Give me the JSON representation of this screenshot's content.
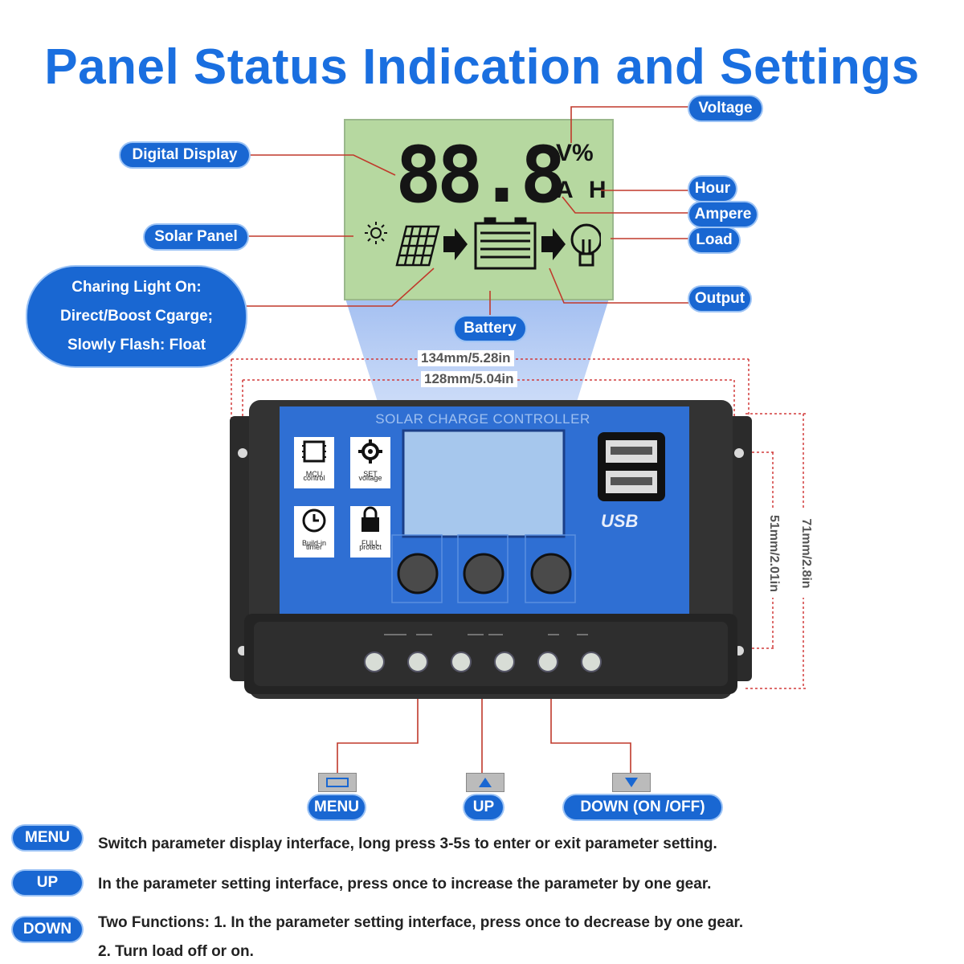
{
  "title": "Panel Status Indication and Settings",
  "lcd": {
    "digits": "88.8",
    "units_top": "V%",
    "units_bottom": "A H"
  },
  "callouts": {
    "voltage": "Voltage",
    "digital_display": "Digital Display",
    "hour": "Hour",
    "ampere": "Ampere",
    "solar_panel": "Solar Panel",
    "load": "Load",
    "output": "Output",
    "battery": "Battery",
    "charging_line1": "Charing Light On:",
    "charging_line2": "Direct/Boost Cgarge;",
    "charging_line3": "Slowly Flash: Float"
  },
  "dimensions": {
    "width_outer": "134mm/5.28in",
    "width_inner": "128mm/5.04in",
    "height_outer": "71mm/2.8in",
    "height_inner": "51mm/2.01in"
  },
  "controller": {
    "label": "SOLAR CHARGE CONTROLLER",
    "feature1_line1": "MCU",
    "feature1_line2": "control",
    "feature2_line1": "SET",
    "feature2_line2": "voltage",
    "feature3_line1": "Build-in",
    "feature3_line2": "timer",
    "feature4_line1": "FULL",
    "feature4_line2": "protect",
    "usb": "USB"
  },
  "buttons": {
    "menu": "MENU",
    "up": "UP",
    "down": "DOWN (ON /OFF)"
  },
  "instructions": [
    {
      "key": "MENU",
      "text": "Switch parameter display interface, long press 3-5s to enter or exit parameter setting."
    },
    {
      "key": "UP",
      "text": "In the parameter setting interface, press once to increase the parameter by one gear."
    },
    {
      "key": "DOWN",
      "text": "Two Functions: 1. In the parameter setting interface, press once to decrease by one gear.",
      "text2": "2. Turn load off or on."
    }
  ],
  "colors": {
    "accent": "#1967d2",
    "title": "#1a6fe0",
    "leader": "#c0392b",
    "lcd": "#b6d8a0",
    "panel": "#2e6fd6",
    "case": "#2a2a2a"
  }
}
